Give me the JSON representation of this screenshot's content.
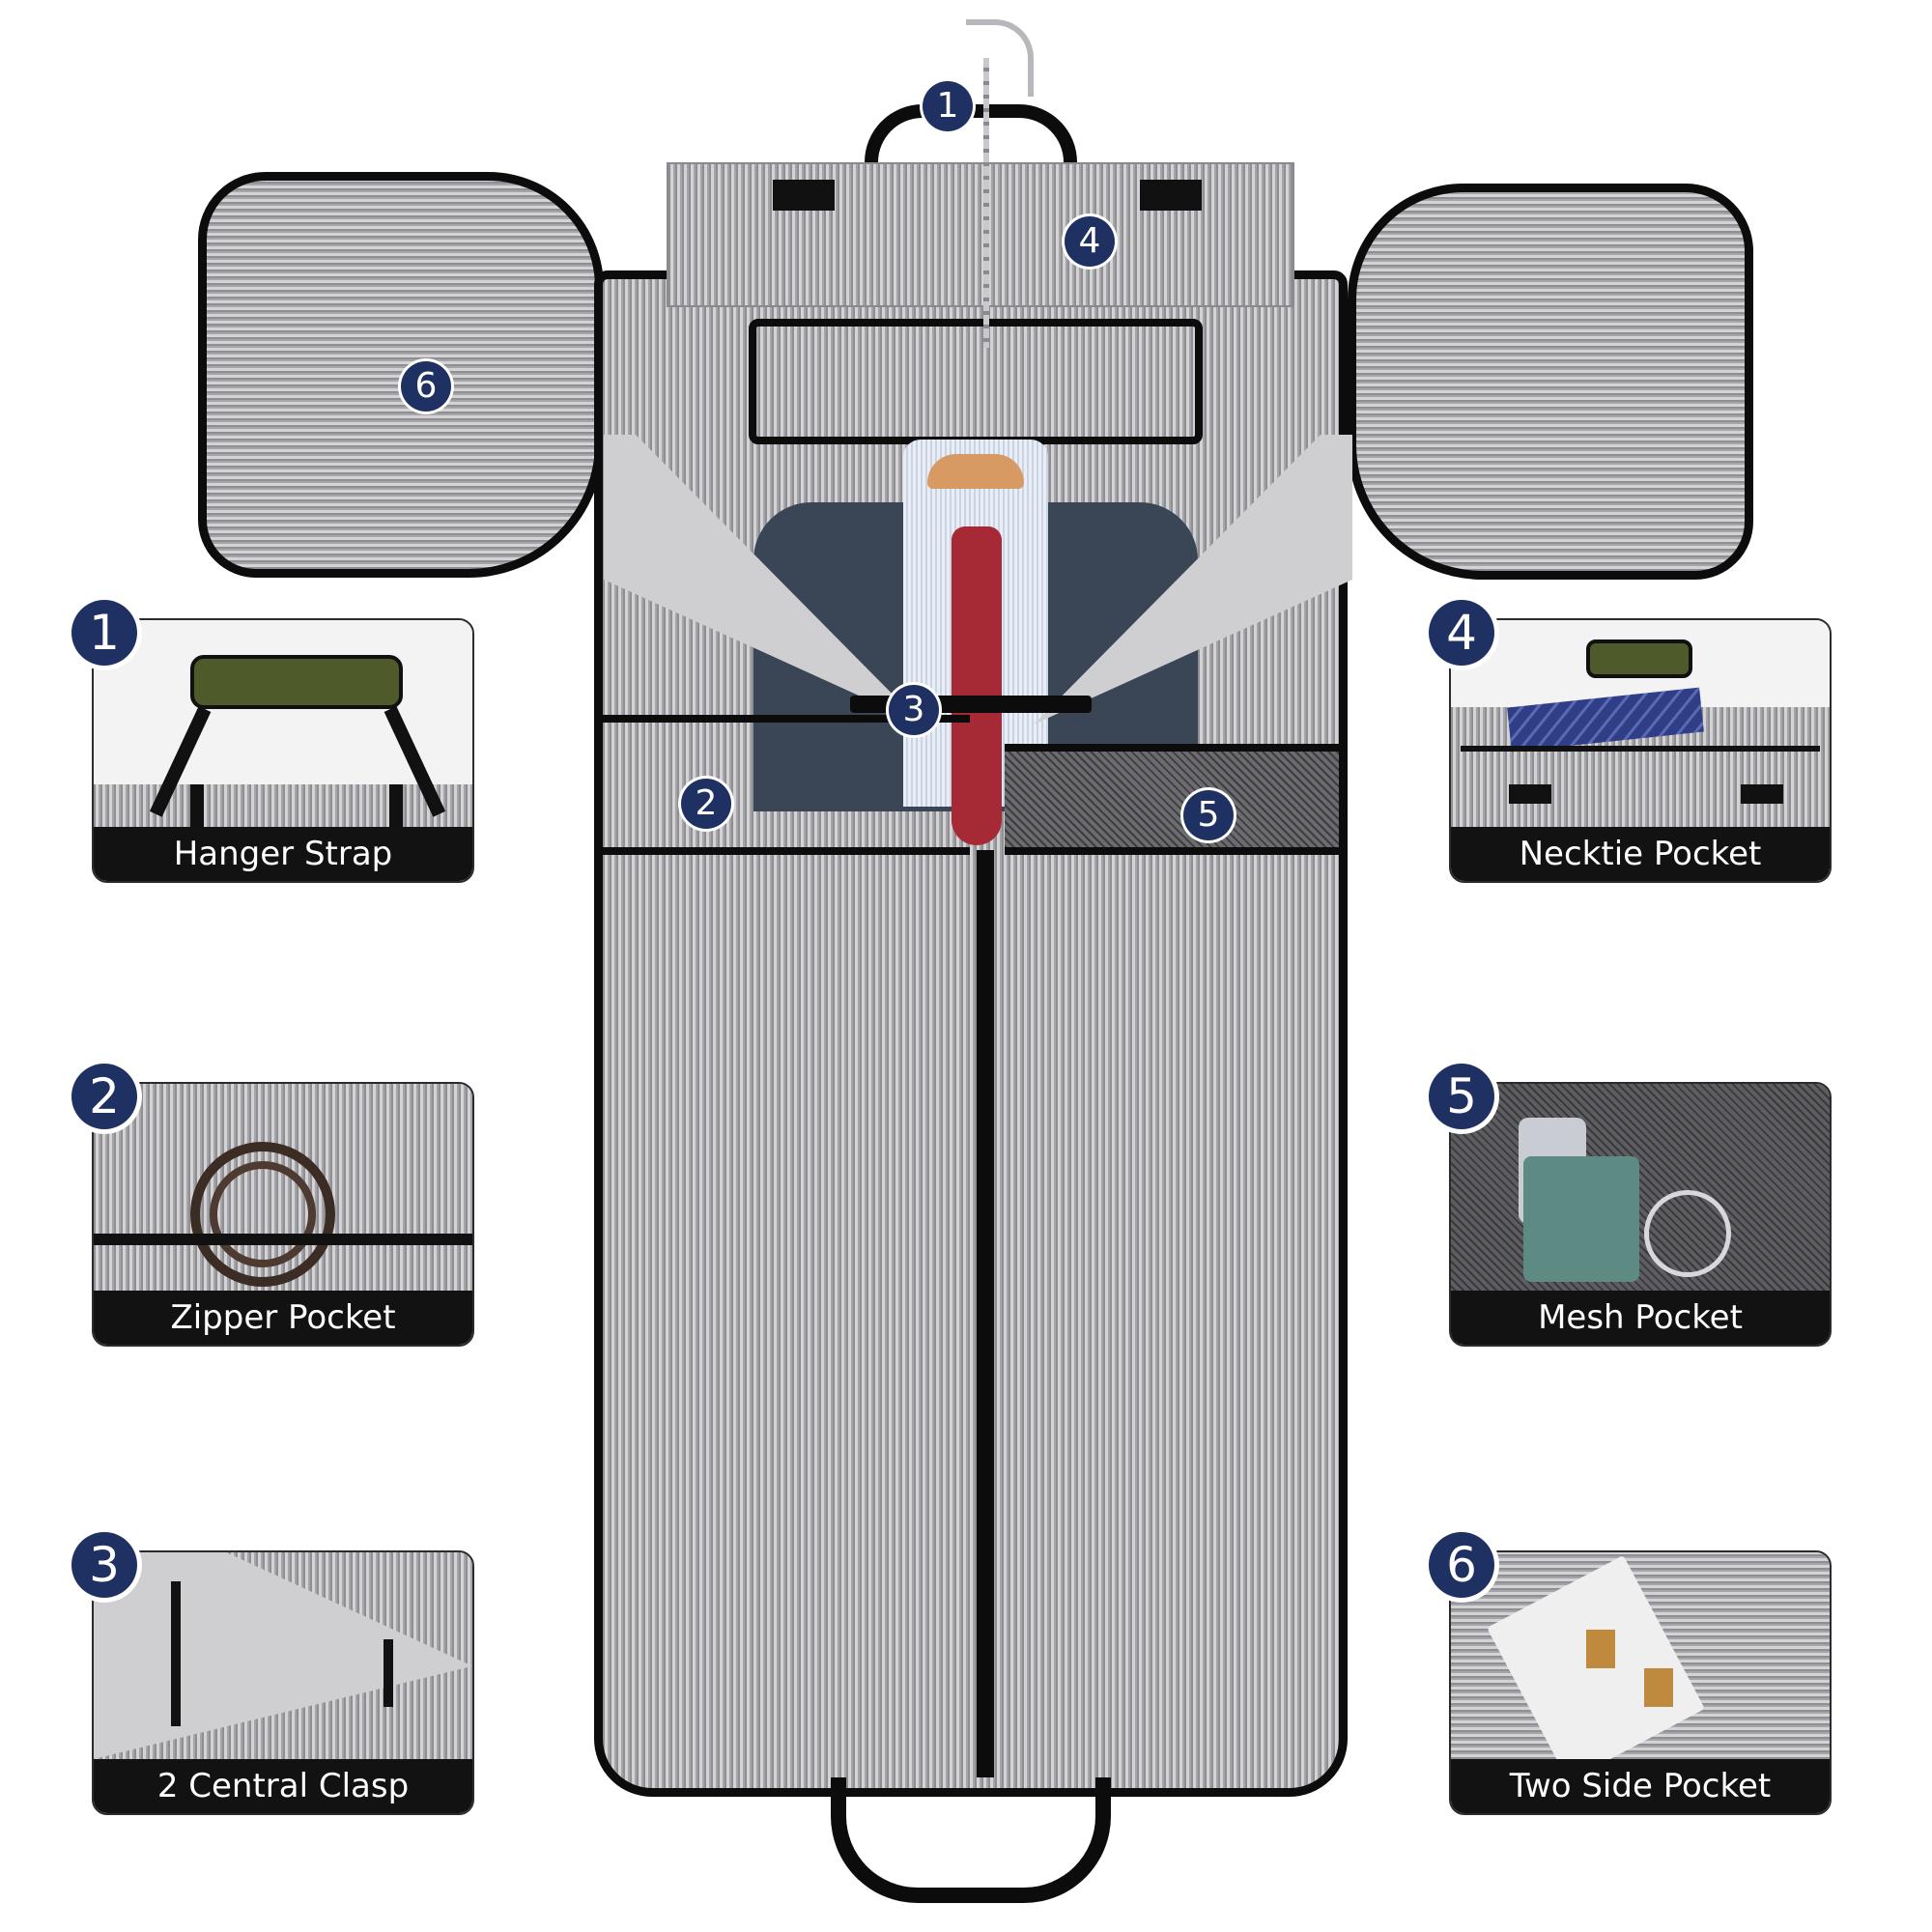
{
  "colors": {
    "badge": "#1f3163",
    "caption_bg": "#121212",
    "fabric_light": "#d3d3d6",
    "fabric_dark": "#8e8e93",
    "trim": "#0c0c0c",
    "tie": "#a52a35",
    "suit": "#3a4556",
    "handle_olive": "#4e5a2a"
  },
  "callouts": {
    "c1": "1",
    "c2": "2",
    "c3": "3",
    "c4": "4",
    "c5": "5",
    "c6": "6"
  },
  "features": [
    {
      "number": "1",
      "label": "Hanger Strap"
    },
    {
      "number": "2",
      "label": "Zipper Pocket"
    },
    {
      "number": "3",
      "label": "2 Central Clasp"
    },
    {
      "number": "4",
      "label": "Necktie Pocket"
    },
    {
      "number": "5",
      "label": "Mesh Pocket"
    },
    {
      "number": "6",
      "label": "Two Side Pocket"
    }
  ]
}
